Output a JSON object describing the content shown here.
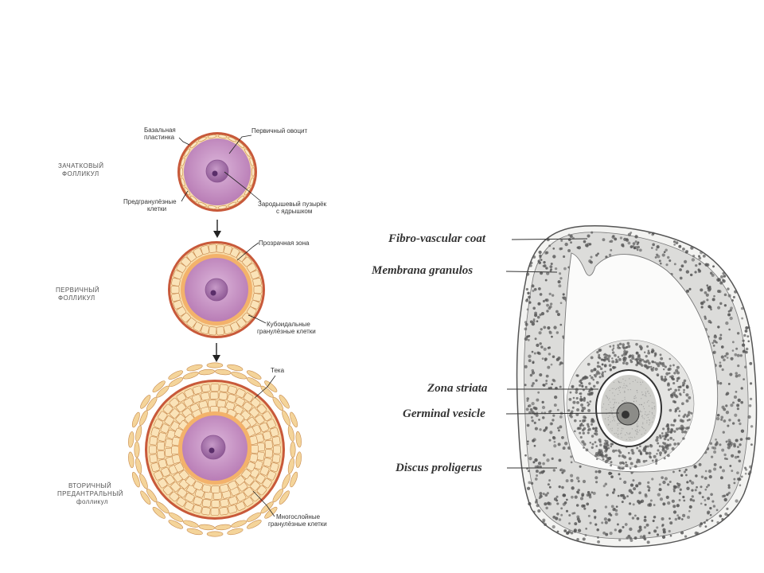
{
  "left_diagram": {
    "stage1": {
      "name": [
        "ЗАЧАТКОВЫЙ",
        "ФОЛЛИКУЛ"
      ],
      "labels": {
        "basal_lamina": [
          "Базальная",
          "пластинка"
        ],
        "primary_oocyte": [
          "Первичный овоцит"
        ],
        "pregranulosa_cells": [
          "Предгранулёзные",
          "клетки"
        ],
        "germinal_vesicle": [
          "Зародышевый пузырёк",
          "с ядрышком"
        ]
      }
    },
    "stage2": {
      "name": [
        "ПЕРВИЧНЫЙ",
        "ФОЛЛИКУЛ"
      ],
      "labels": {
        "zona_pellucida": [
          "Прозрачная зона"
        ],
        "cuboidal_granulosa": [
          "Кубоидальные",
          "гранулёзные клетки"
        ]
      }
    },
    "stage3": {
      "name": [
        "ВТОРИЧНЫЙ",
        "ПРЕДАНТРАЛЬНЫЙ",
        "фолликул"
      ],
      "labels": {
        "theca": [
          "Тека"
        ],
        "multilayer_granulosa": [
          "Многослойные",
          "гранулёзные клетки"
        ]
      }
    }
  },
  "right_diagram": {
    "labels": {
      "fibro_vascular": "Fibro-vascular coat",
      "membrana": "Membrana granulos",
      "zona_striata": "Zona striata",
      "germinal": "Germinal vesicle",
      "discus": "Discus proligerus"
    }
  },
  "colors": {
    "oocyte": "#c892c4",
    "nucleus": "#a46aa8",
    "basal_lamina": "#c8593a",
    "granulosa": "#f7dcaa",
    "zona": "#f3b26b",
    "theca": "#f4d49a",
    "engraving_cells": "#555555"
  }
}
